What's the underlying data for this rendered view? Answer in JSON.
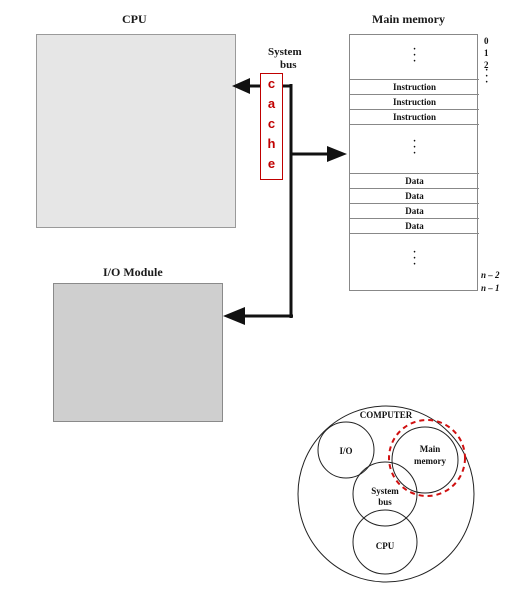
{
  "cpu": {
    "title": "CPU"
  },
  "io_module": {
    "title": "I/O Module"
  },
  "system_bus": {
    "label_line1": "System",
    "label_line2": "bus"
  },
  "cache": {
    "letters": [
      "c",
      "a",
      "c",
      "h",
      "e"
    ]
  },
  "main_memory": {
    "title": "Main memory",
    "instruction_cells": [
      "Instruction",
      "Instruction",
      "Instruction"
    ],
    "data_cells": [
      "Data",
      "Data",
      "Data",
      "Data"
    ],
    "addresses_top": [
      "0",
      "1",
      "2"
    ],
    "addresses_bottom": [
      "n – 2",
      "n – 1"
    ]
  },
  "venn": {
    "title": "COMPUTER",
    "io": "I/O",
    "main_memory_line1": "Main",
    "main_memory_line2": "memory",
    "system_bus_line1": "System",
    "system_bus_line2": "bus",
    "cpu": "CPU"
  },
  "colors": {
    "cache_text": "#c00000",
    "cache_border": "#c00000",
    "highlight_dashed": "#d01010",
    "cpu_box": "#e6e6e6",
    "io_box": "#cfcfcf"
  }
}
